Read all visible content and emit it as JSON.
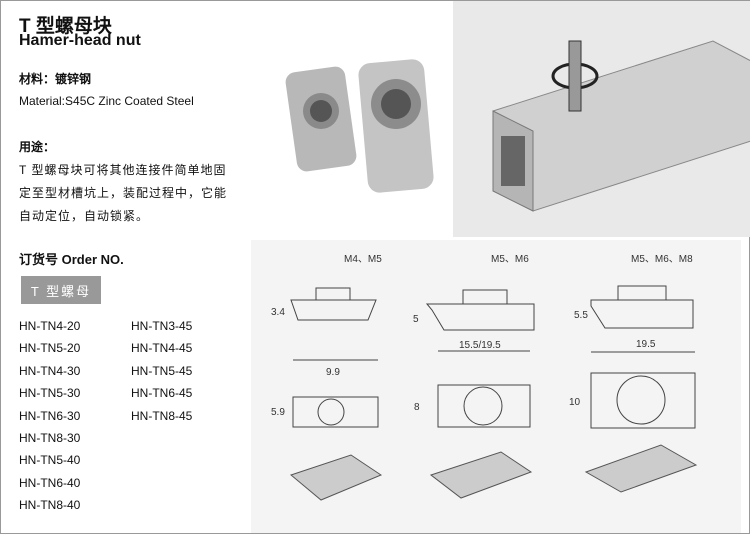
{
  "title_cn": "T 型螺母块",
  "title_en": "Hamer-head nut",
  "material_cn": "材料：镀锌钢",
  "material_en": "Material:S45C Zinc Coated Steel",
  "usage_heading": "用途：",
  "usage_text": "T 型螺母块可将其他连接件简单地固定至型材槽坑上，装配过程中，它能自动定位，自动锁紧。",
  "order_heading": "订货号 Order NO.",
  "category_button": "T 型螺母",
  "order_col1": [
    "HN-TN4-20",
    "HN-TN5-20",
    "HN-TN4-30",
    "HN-TN5-30",
    "HN-TN6-30",
    "HN-TN8-30",
    "HN-TN5-40",
    "HN-TN6-40",
    "HN-TN8-40"
  ],
  "order_col2": [
    "HN-TN3-45",
    "HN-TN4-45",
    "HN-TN5-45",
    "HN-TN6-45",
    "HN-TN8-45"
  ],
  "drawing": {
    "threads": [
      "M4、M5",
      "M5、M6",
      "M5、M6、M8"
    ],
    "heights": [
      "3.4",
      "5",
      "5.5"
    ],
    "widths": [
      "9.9",
      "15.5/19.5",
      "19.5"
    ],
    "depths": [
      "5.9",
      "8",
      "10"
    ]
  }
}
